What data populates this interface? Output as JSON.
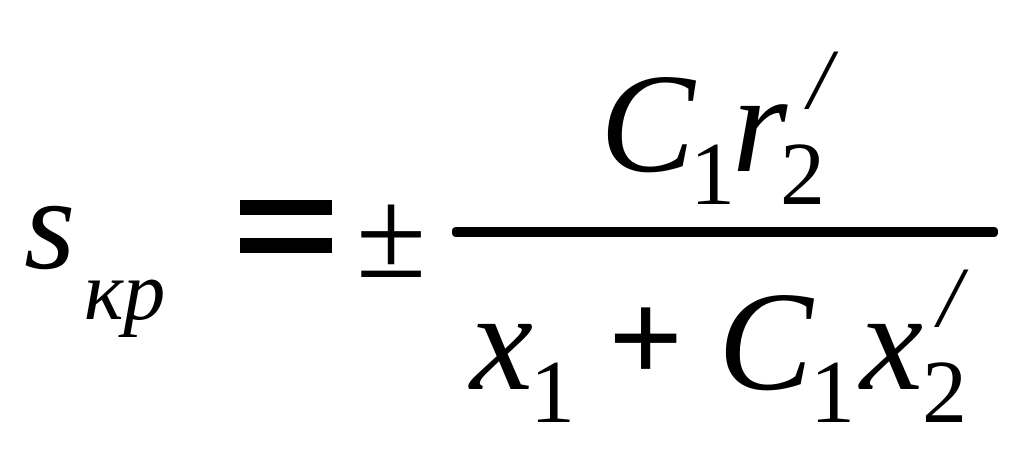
{
  "formula": {
    "lhs": {
      "variable": "s",
      "subscript": "кр"
    },
    "equals": "=",
    "plusminus": "±",
    "numerator": {
      "c": "C",
      "c_sub": "1",
      "r": "r",
      "r_sub": "2",
      "r_prime": "/"
    },
    "denominator": {
      "x1": "x",
      "x1_sub": "1",
      "plus": "+",
      "c": "C",
      "c_sub": "1",
      "x2": "x",
      "x2_sub": "2",
      "x2_prime": "/"
    }
  }
}
